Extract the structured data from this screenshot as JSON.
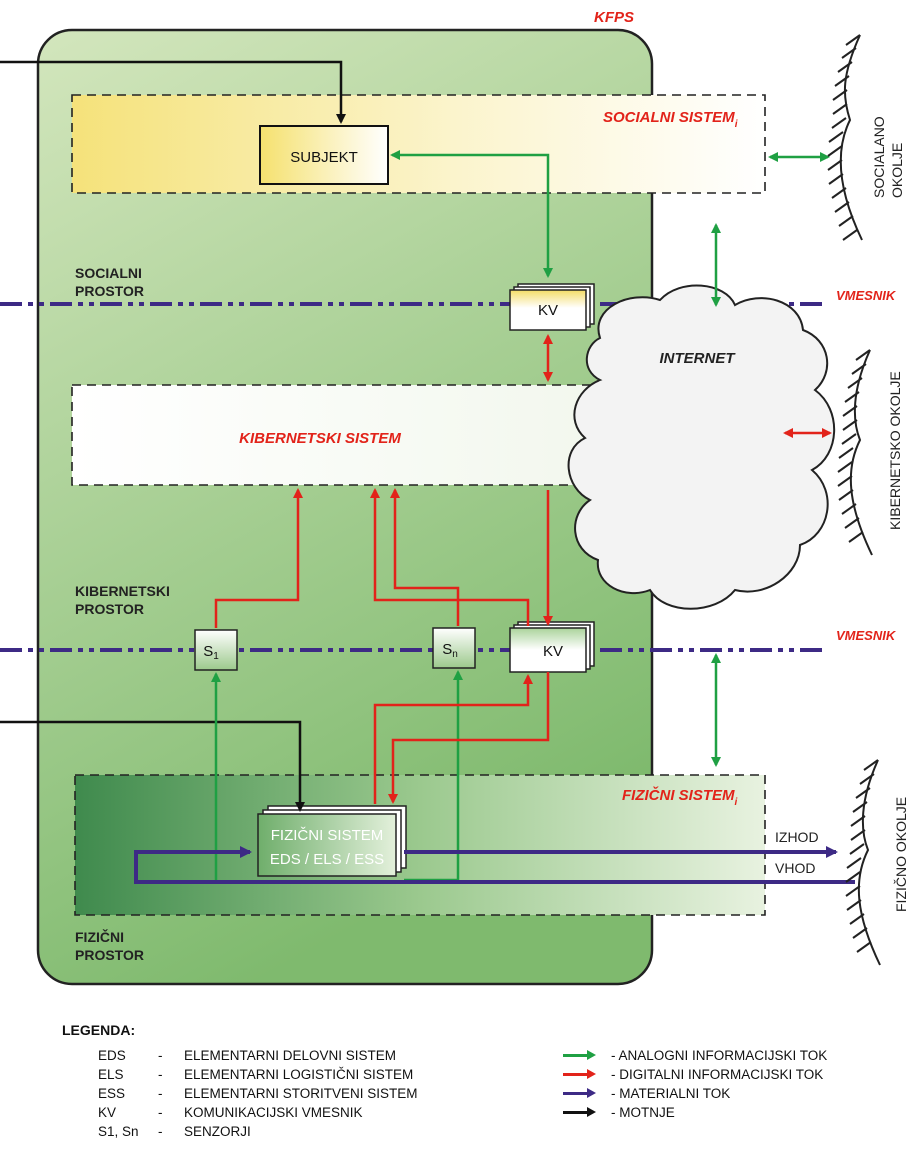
{
  "title": "KFPS",
  "systems": {
    "social": "SOCIALNI SISTEM",
    "social_sub": "i",
    "cyber": "KIBERNETSKI SISTEM",
    "physical": "FIZIČNI SISTEM",
    "physical_sub": "i"
  },
  "spaces": {
    "social_1": "SOCIALNI",
    "social_2": "PROSTOR",
    "cyber_1": "KIBERNETSKI",
    "cyber_2": "PROSTOR",
    "physical_1": "FIZIČNI",
    "physical_2": "PROSTOR"
  },
  "boxes": {
    "subject": "SUBJEKT",
    "kv_top": "KV",
    "kv_bottom": "KV",
    "s1_main": "S",
    "s1_sub": "1",
    "sn_main": "S",
    "sn_sub": "n",
    "phys_line1": "FIZIČNI SISTEM",
    "phys_line2": "EDS / ELS / ESS"
  },
  "mediator_top": "VMESNIK",
  "mediator_bottom": "VMESNIK",
  "internet": "INTERNET",
  "environments": {
    "social_1": "SOCIALANO",
    "social_2": "OKOLJE",
    "cyber": "KIBERNETSKO OKOLJE",
    "physical": "FIZIČNO OKOLJE"
  },
  "flows": {
    "output": "IZHOD",
    "input": "VHOD"
  },
  "legend": {
    "title": "LEGENDA:",
    "abbreviations": [
      {
        "abbr": "EDS",
        "dash": "-",
        "text": "ELEMENTARNI DELOVNI SISTEM"
      },
      {
        "abbr": "ELS",
        "dash": "-",
        "text": "ELEMENTARNI LOGISTIČNI SISTEM"
      },
      {
        "abbr": "ESS",
        "dash": "-",
        "text": "ELEMENTARNI STORITVENI SISTEM"
      },
      {
        "abbr": "KV",
        "dash": "-",
        "text": "KOMUNIKACIJSKI VMESNIK"
      },
      {
        "abbr": "S1, Sn",
        "dash": "-",
        "text": "SENZORJI"
      }
    ],
    "flow_types": [
      {
        "color": "#1fa043",
        "text": "- ANALOGNI INFORMACIJSKI TOK"
      },
      {
        "color": "#e2231a",
        "text": "- DIGITALNI INFORMACIJSKI TOK"
      },
      {
        "color": "#3d2a85",
        "text": "- MATERIALNI TOK"
      },
      {
        "color": "#111111",
        "text": "- MOTNJE"
      }
    ]
  },
  "colors": {
    "green": "#1fa043",
    "red": "#e2231a",
    "purple": "#3d2a85",
    "black": "#111111"
  }
}
